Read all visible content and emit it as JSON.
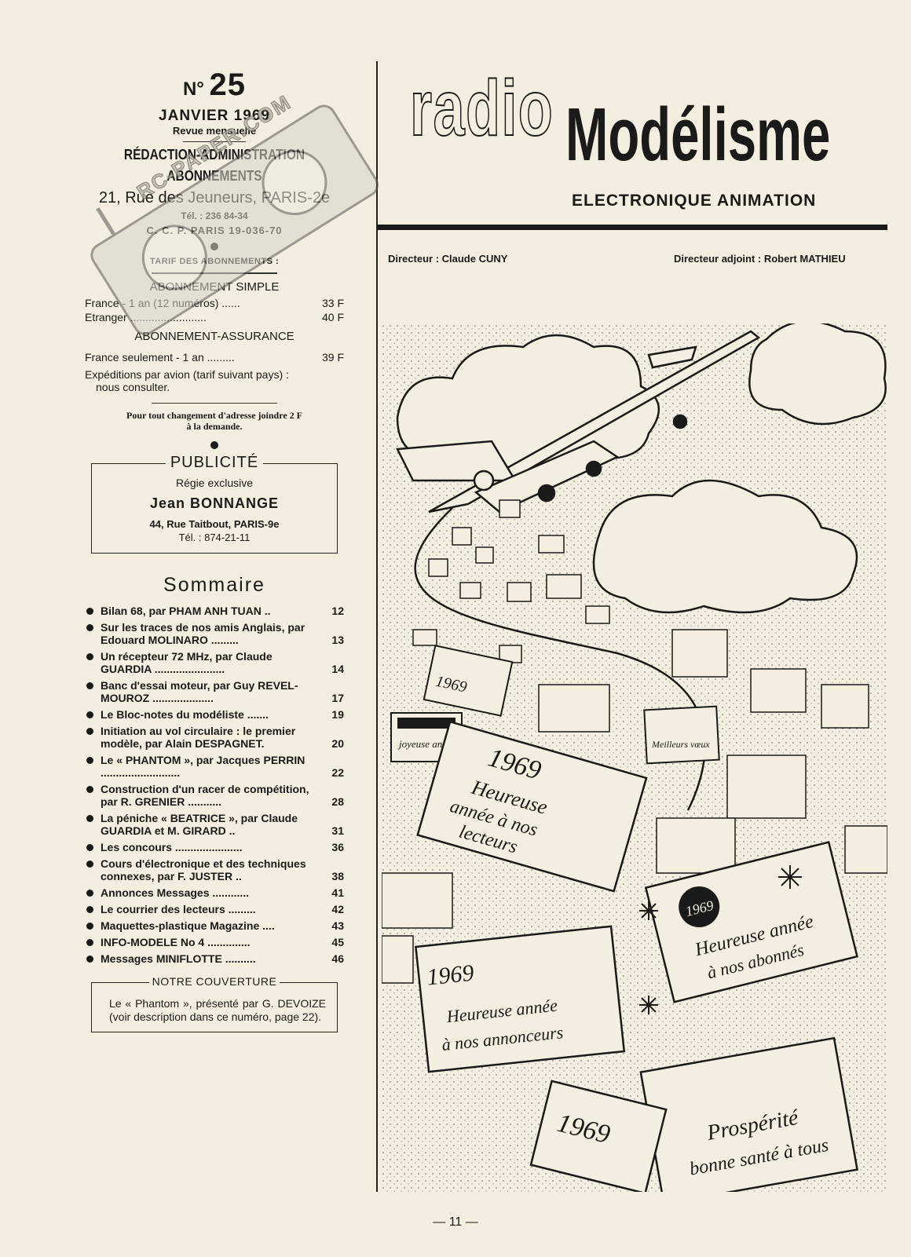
{
  "issue": {
    "prefix": "N°",
    "number": "25",
    "month": "JANVIER 1969",
    "frequency": "Revue mensuelle"
  },
  "admin": {
    "line1": "RÉDACTION-ADMINISTRATION",
    "line2": "ABONNEMENTS",
    "address": "21, Rue des Jeuneurs, PARIS-2e",
    "tel": "Tél. : 236 84-34",
    "ccp": "C. C. P. PARIS 19-036-70"
  },
  "tarif": {
    "heading": "TARIF DES ABONNEMENTS :",
    "simple_heading": "ABONNEMENT SIMPLE",
    "france_label": "France - 1 an (12 numéros) ......",
    "france_price": "33 F",
    "etranger_label": "Etranger .........................",
    "etranger_price": "40 F",
    "assurance_heading": "ABONNEMENT-ASSURANCE",
    "assurance_label": "France seulement - 1 an .........",
    "assurance_price": "39 F",
    "avion_line1": "Expéditions par avion (tarif suivant pays) :",
    "avion_line2": "nous consulter."
  },
  "notice": {
    "line1": "Pour tout changement d'adresse joindre 2 F",
    "line2": "à la demande."
  },
  "publicite": {
    "title": "PUBLICITÉ",
    "sub": "Régie exclusive",
    "name": "Jean BONNANGE",
    "address": "44, Rue Taitbout, PARIS-9e",
    "tel": "Tél. : 874-21-11"
  },
  "sommaire": {
    "title": "Sommaire",
    "items": [
      {
        "text": "Bilan 68, par PHAM ANH TUAN ..",
        "page": "12"
      },
      {
        "text": "Sur les traces de nos amis Anglais, par Edouard MOLINARO .........",
        "page": "13"
      },
      {
        "text": "Un récepteur 72 MHz, par Claude GUARDIA .......................",
        "page": "14"
      },
      {
        "text": "Banc d'essai moteur, par Guy REVEL-MOUROZ ....................",
        "page": "17"
      },
      {
        "text": "Le Bloc-notes du modéliste .......",
        "page": "19"
      },
      {
        "text": "Initiation au vol circulaire : le premier modèle, par Alain DESPAGNET.",
        "page": "20"
      },
      {
        "text": "Le « PHANTOM », par Jacques PERRIN ..........................",
        "page": "22"
      },
      {
        "text": "Construction d'un racer de compétition, par R. GRENIER ...........",
        "page": "28"
      },
      {
        "text": "La péniche « BEATRICE », par Claude GUARDIA et M. GIRARD ..",
        "page": "31"
      },
      {
        "text": "Les concours ......................",
        "page": "36"
      },
      {
        "text": "Cours d'électronique et des techniques connexes, par F. JUSTER ..",
        "page": "38"
      },
      {
        "text": "Annonces Messages ............",
        "page": "41"
      },
      {
        "text": "Le courrier des lecteurs .........",
        "page": "42"
      },
      {
        "text": "Maquettes-plastique Magazine ....",
        "page": "43"
      },
      {
        "text": "INFO-MODELE No 4 ..............",
        "page": "45"
      },
      {
        "text": "Messages MINIFLOTTE ..........",
        "page": "46"
      }
    ]
  },
  "couverture": {
    "title": "NOTRE COUVERTURE",
    "text": "Le « Phantom », présenté par G. DEVOIZE (voir description dans ce numéro, page 22)."
  },
  "masthead": {
    "radio": "radio",
    "modelisme": "Modélisme",
    "tagline": "ELECTRONIQUE ANIMATION",
    "directeur": "Directeur : Claude CUNY",
    "adjoint": "Directeur adjoint : Robert MATHIEU"
  },
  "cards": {
    "c1": "1969",
    "c2a": "Heureuse",
    "c2b": "année à nos",
    "c2c": "lecteurs",
    "c3a": "Heureuse année",
    "c3b": "à nos abonnés",
    "c4a": "Heureuse année",
    "c4b": "à nos annonceurs",
    "c5a": "Prospérité",
    "c5b": "bonne santé à tous",
    "c6": "Meilleurs vœux",
    "c7": "joyeuse année"
  },
  "watermark": "RC-PAPER.COM",
  "folio": "— 11 —"
}
